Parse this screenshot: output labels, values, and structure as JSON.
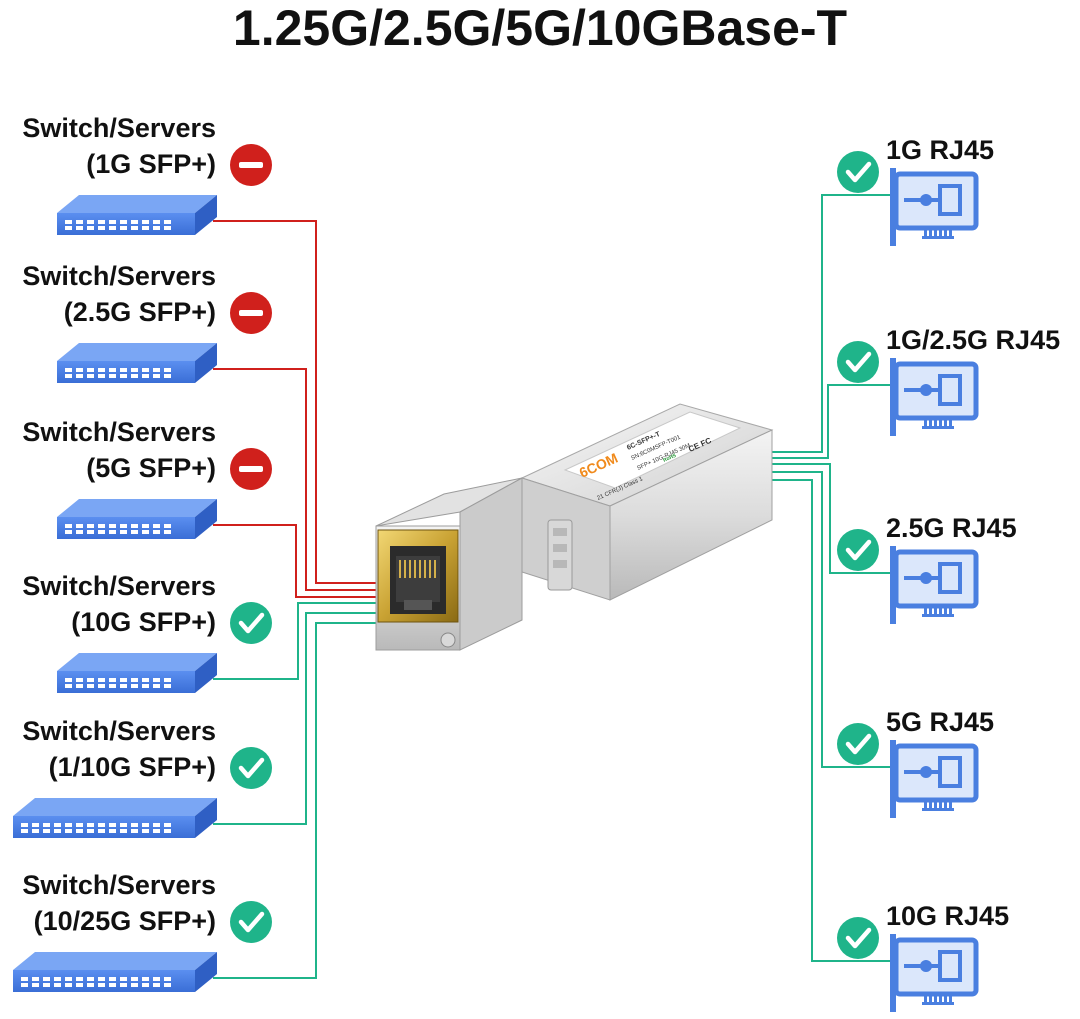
{
  "title": "1.25G/2.5G/5G/10GBase-T",
  "colors": {
    "incompatible": "#d0201c",
    "compatible": "#1fb48a",
    "device": "#4a7fe0"
  },
  "module": {
    "brand": "6COM",
    "model": "6C-SFP+-T",
    "serial": "SN:6C0MSFP-T001",
    "spec": "SFP+ 10G-RJ45 30M",
    "class": "21 CFR(J) Class 1",
    "marks": "CE FC",
    "rohs": "RoHS"
  },
  "left_devices": [
    {
      "line1": "Switch/Servers",
      "line2": "(1G SFP+)",
      "status": "incompatible",
      "status_icon": "minus-icon"
    },
    {
      "line1": "Switch/Servers",
      "line2": "(2.5G SFP+)",
      "status": "incompatible",
      "status_icon": "minus-icon"
    },
    {
      "line1": "Switch/Servers",
      "line2": "(5G SFP+)",
      "status": "incompatible",
      "status_icon": "minus-icon"
    },
    {
      "line1": "Switch/Servers",
      "line2": "(10G SFP+)",
      "status": "compatible",
      "status_icon": "check-icon"
    },
    {
      "line1": "Switch/Servers",
      "line2": "(1/10G SFP+)",
      "status": "compatible",
      "status_icon": "check-icon"
    },
    {
      "line1": "Switch/Servers",
      "line2": "(10/25G SFP+)",
      "status": "compatible",
      "status_icon": "check-icon"
    }
  ],
  "right_devices": [
    {
      "label": "1G RJ45",
      "status": "compatible",
      "status_icon": "check-icon"
    },
    {
      "label": "1G/2.5G RJ45",
      "status": "compatible",
      "status_icon": "check-icon"
    },
    {
      "label": "2.5G RJ45",
      "status": "compatible",
      "status_icon": "check-icon"
    },
    {
      "label": "5G RJ45",
      "status": "compatible",
      "status_icon": "check-icon"
    },
    {
      "label": "10G RJ45",
      "status": "compatible",
      "status_icon": "check-icon"
    }
  ]
}
